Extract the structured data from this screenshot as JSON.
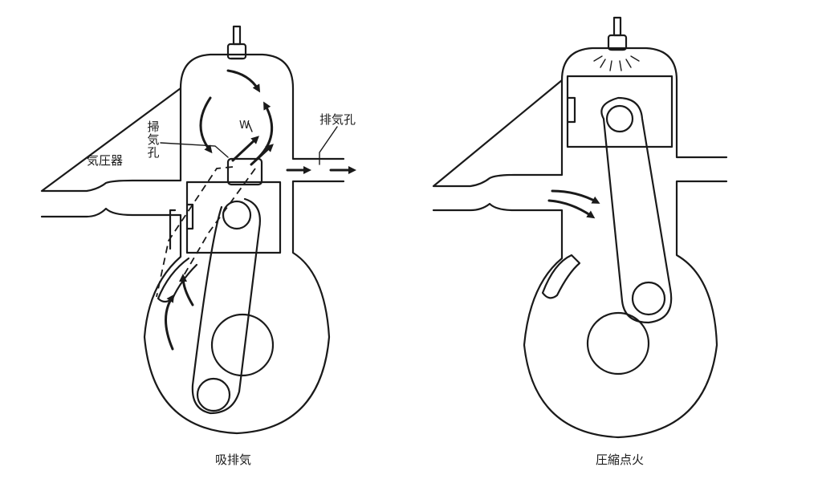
{
  "left_engine": {
    "caption": "吸排気",
    "labels": {
      "kiatsuki": "気圧器",
      "sokiko": "掃気孔",
      "haikiko": "排気孔",
      "w": "W"
    }
  },
  "right_engine": {
    "caption": "圧縮点火"
  }
}
